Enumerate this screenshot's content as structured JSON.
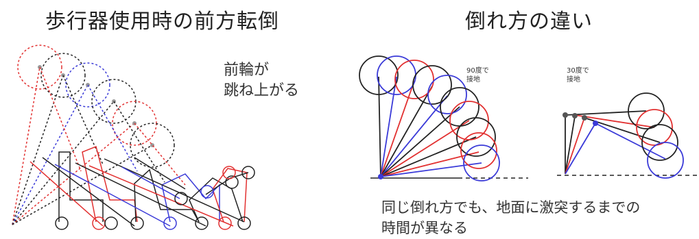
{
  "titles": {
    "left": "歩行器使用時の前方転倒",
    "right": "倒れ方の違い"
  },
  "notes": {
    "front_wheel": "前輪が\n跳ね上がる",
    "bottom": "同じ倒れ方でも、地面に激突するまでの\n時間が異なる",
    "label_90": "90度で\n接地",
    "label_30": "30度で\n接地"
  },
  "colors": {
    "black": "#222222",
    "red": "#e23030",
    "blue": "#3a3ad8",
    "gray": "#555555"
  }
}
